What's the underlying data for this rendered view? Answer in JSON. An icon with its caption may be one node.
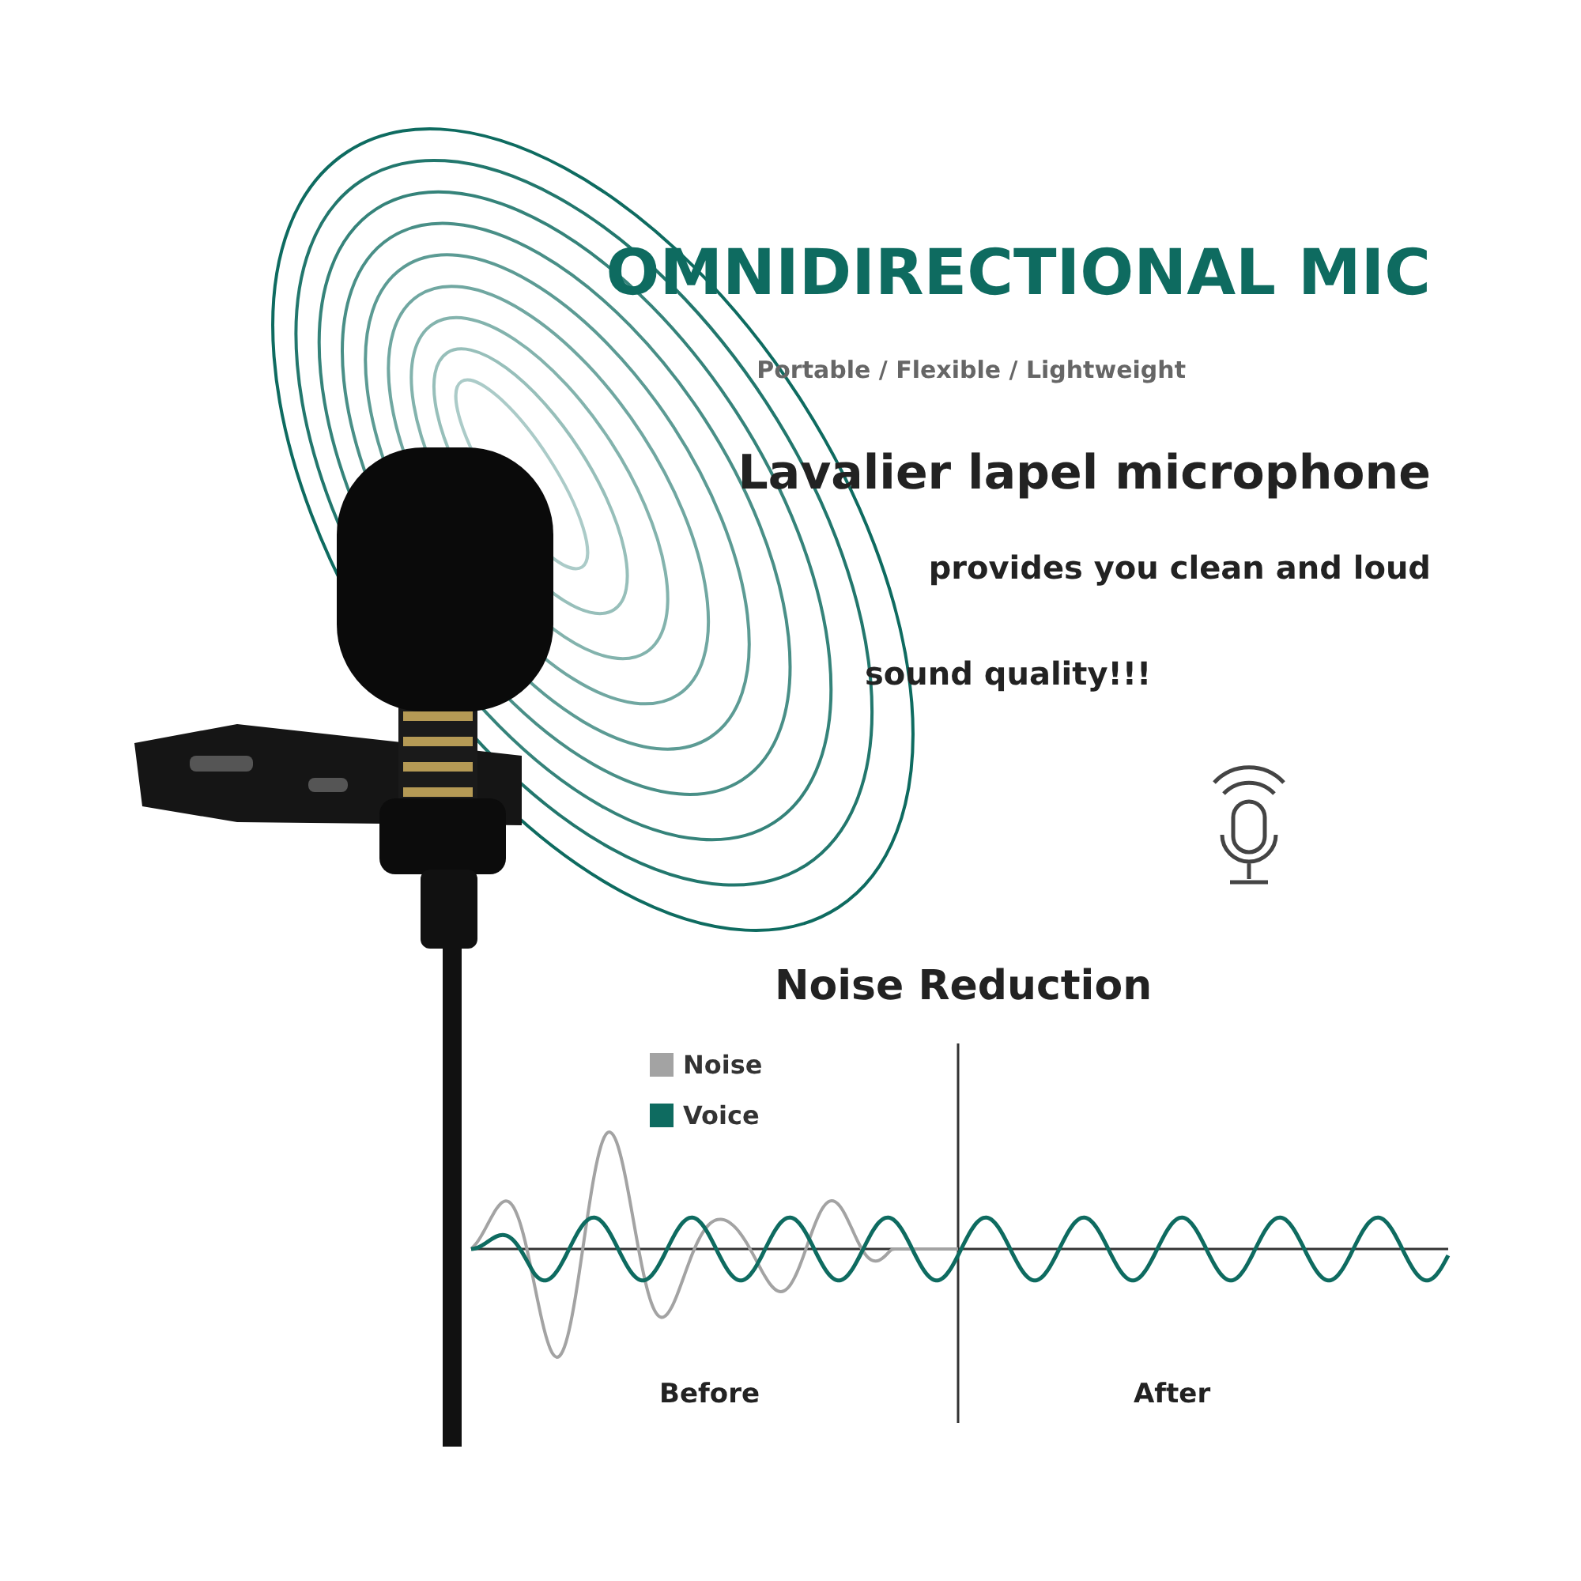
{
  "diagram": {
    "title": "OMNIDIRECTIONAL MIC",
    "labels": [
      "Portable / Flexible / Lightweight",
      "Lavalier lapel microphone",
      "provides you **clean and loud**",
      "sound quality!!!",
      "Noise Reduction",
      "Before",
      "After"
    ],
    "legend": [
      {
        "text": "Noise",
        "color": "#a3a3a3"
      },
      {
        "text": "Voice",
        "color": "#0e6b60"
      }
    ]
  }
}
